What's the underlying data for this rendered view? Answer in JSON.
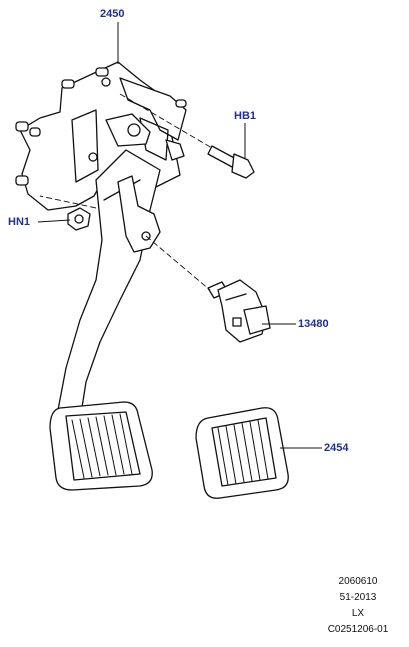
{
  "callouts": {
    "pedal_bracket": "2450",
    "bolt": "HB1",
    "nut": "HN1",
    "switch": "13480",
    "pad": "2454"
  },
  "footer": {
    "line1": "2060610",
    "line2": "51-2013",
    "line3": "LX",
    "line4": "C0251206-01"
  },
  "colors": {
    "callout": "#1f2f9a",
    "line": "#111111"
  }
}
